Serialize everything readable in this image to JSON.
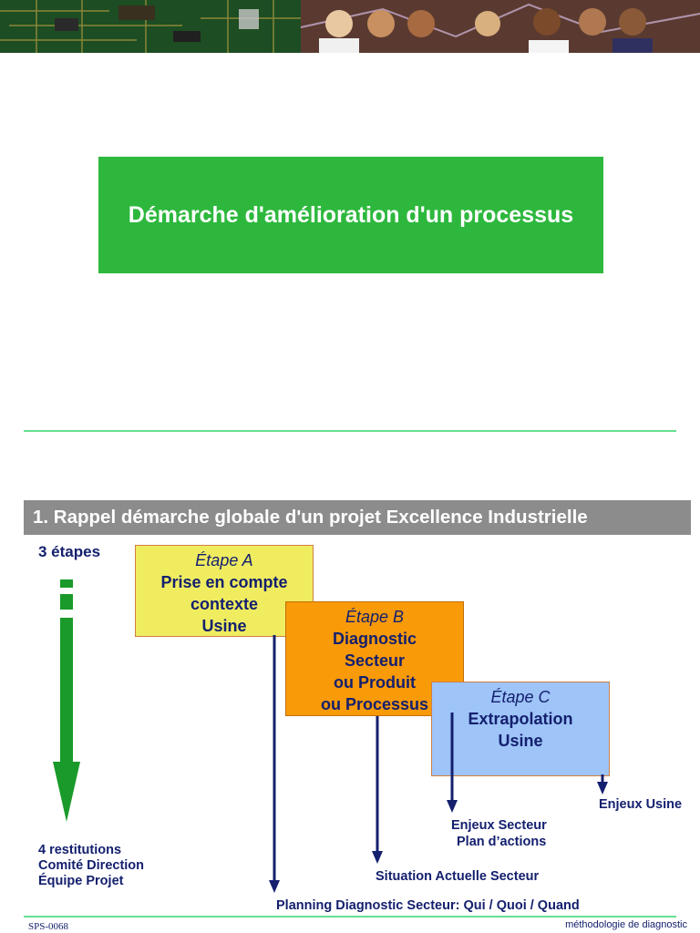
{
  "slide1": {
    "title": "Démarche d'amélioration d'un processus"
  },
  "slide2": {
    "heading": "1. Rappel démarche globale d'un projet Excellence Industrielle",
    "steps_count": "3 étapes",
    "step_a": {
      "label": "Étape A",
      "lines": [
        "Prise en compte",
        "contexte",
        "Usine"
      ]
    },
    "step_b": {
      "label": "Étape B",
      "lines": [
        "Diagnostic",
        "Secteur",
        "ou Produit",
        "ou Processus"
      ]
    },
    "step_c": {
      "label": "Étape C",
      "lines": [
        "Extrapolation",
        "Usine"
      ]
    },
    "restitutions": [
      "4 restitutions",
      "Comité Direction",
      "Équipe Projet"
    ],
    "outputs": {
      "enjeux_usine": "Enjeux Usine",
      "enjeux_secteur": [
        "Enjeux Secteur",
        "Plan d’actions"
      ],
      "situation": "Situation Actuelle Secteur",
      "planning": "Planning Diagnostic Secteur: Qui / Quoi / Quand"
    }
  },
  "footer": {
    "code": "SPS-0068",
    "topic": "méthodologie de diagnostic"
  },
  "colors": {
    "title_green": "#2db83d",
    "step_a": "#f0ec60",
    "step_b": "#f99a09",
    "step_c": "#9ec4f8",
    "navy": "#14206e"
  }
}
